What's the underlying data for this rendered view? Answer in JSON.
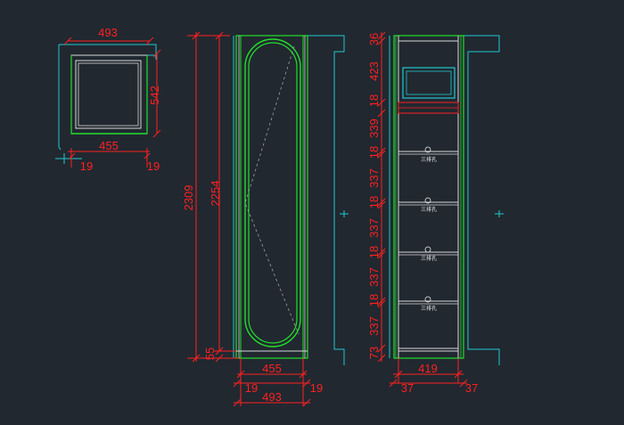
{
  "colors": {
    "background": "#212830",
    "dimension": "#ff2020",
    "cabinet_inner": "#22e02a",
    "wall": "#20c8d0",
    "panel": "#d8d8d8",
    "hatch": "#a0a0a0"
  },
  "plan_view": {
    "top_width": "493",
    "inner_width": "455",
    "depth": "542",
    "side_left": "19",
    "side_right": "19"
  },
  "door_elevation": {
    "total_height": "2309",
    "door_height": "2254",
    "plinth": "55",
    "inner_width": "455",
    "side_left": "19",
    "side_right": "19",
    "total_width": "493"
  },
  "interior_elevation": {
    "heights": [
      "36",
      "423",
      "18",
      "339",
      "18",
      "337",
      "18",
      "337",
      "18",
      "337",
      "18",
      "337",
      "73"
    ],
    "inner_width": "419",
    "side_left": "37",
    "side_right": "37",
    "shelf_tag": "三排孔"
  }
}
